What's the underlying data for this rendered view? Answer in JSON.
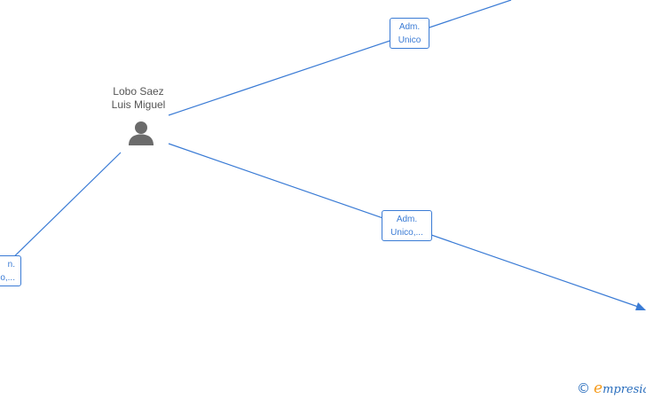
{
  "person": {
    "name_line1": "Lobo Saez",
    "name_line2": "Luis Miguel",
    "icon": "person-icon"
  },
  "roles": {
    "top": {
      "line1": "Adm.",
      "line2": "Unico"
    },
    "middle": {
      "line1": "Adm.",
      "line2": "Unico,..."
    },
    "left": {
      "line1": "n.",
      "line2": "o,..."
    }
  },
  "branding": {
    "copyright": "©",
    "first_letter": "e",
    "rest": "mpresia"
  },
  "colors": {
    "edge": "#3a7bd5",
    "person": "#6b6b6b",
    "brand_blue": "#2a6ebd",
    "brand_orange": "#f59b1c"
  }
}
